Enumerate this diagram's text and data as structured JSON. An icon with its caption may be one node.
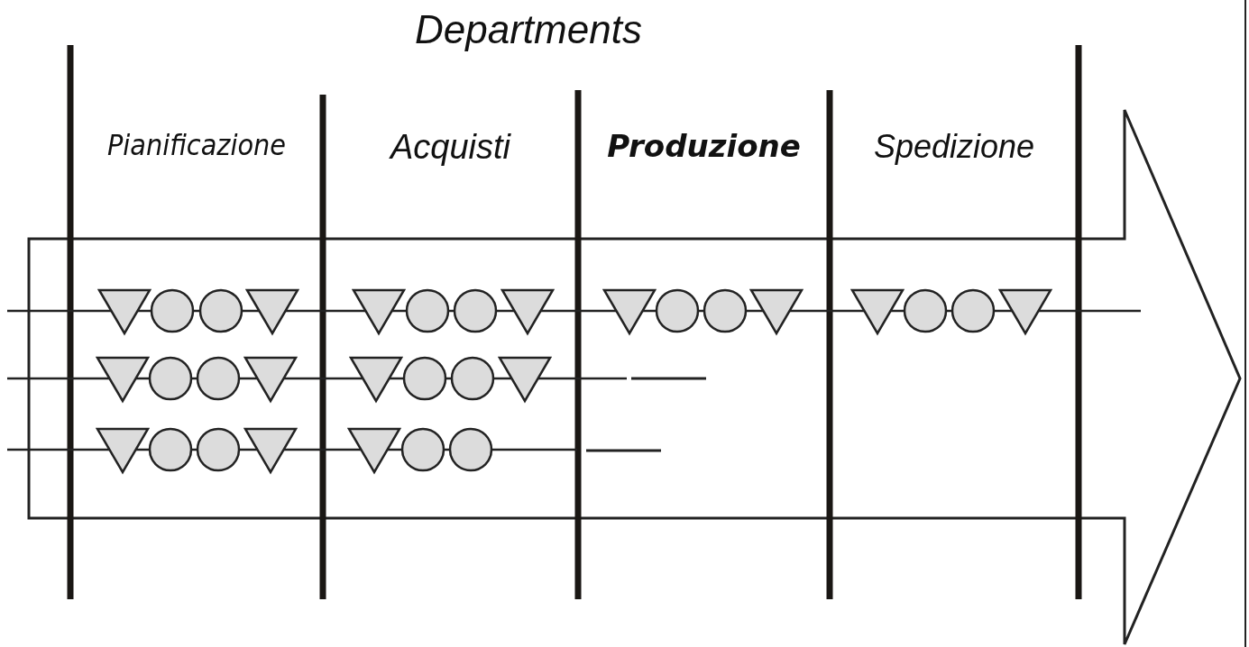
{
  "diagram": {
    "title": "Departments",
    "nodes": [
      {
        "text": [
          "Pianificazione"
        ]
      },
      {
        "text": [
          "Acquisti"
        ]
      },
      {
        "text": [
          "Produzione"
        ]
      },
      {
        "text": [
          "Spedizione"
        ]
      },
      {
        "text": [],
        "shape": "triangle",
        "in": 0
      },
      {
        "text": [],
        "shape": "circle",
        "in": 0
      },
      {
        "text": [],
        "shape": "circle",
        "in": 0
      },
      {
        "text": [],
        "shape": "triangle",
        "in": 0
      },
      {
        "text": [],
        "shape": "triangle",
        "in": 1
      },
      {
        "text": [],
        "shape": "circle",
        "in": 1
      },
      {
        "text": [],
        "shape": "circle",
        "in": 1
      },
      {
        "text": [],
        "shape": "triangle",
        "in": 1
      },
      {
        "text": [],
        "shape": "triangle",
        "in": 2
      },
      {
        "text": [],
        "shape": "circle",
        "in": 2
      },
      {
        "text": [],
        "shape": "circle",
        "in": 2
      },
      {
        "text": [],
        "shape": "triangle",
        "in": 2
      },
      {
        "text": [],
        "shape": "triangle",
        "in": 3
      },
      {
        "text": [],
        "shape": "circle",
        "in": 3
      },
      {
        "text": [],
        "shape": "circle",
        "in": 3
      },
      {
        "text": [],
        "shape": "triangle",
        "in": 3
      },
      {
        "text": [],
        "shape": "triangle",
        "in": 0
      },
      {
        "text": [],
        "shape": "circle",
        "in": 0
      },
      {
        "text": [],
        "shape": "circle",
        "in": 0
      },
      {
        "text": [],
        "shape": "triangle",
        "in": 0
      },
      {
        "text": [],
        "shape": "triangle",
        "in": 1
      },
      {
        "text": [],
        "shape": "circle",
        "in": 1
      },
      {
        "text": [],
        "shape": "circle",
        "in": 1
      },
      {
        "text": [],
        "shape": "triangle",
        "in": 1
      },
      {
        "text": [],
        "shape": "triangle",
        "in": 0
      },
      {
        "text": [],
        "shape": "circle",
        "in": 0
      },
      {
        "text": [],
        "shape": "circle",
        "in": 0
      },
      {
        "text": [],
        "shape": "triangle",
        "in": 0
      },
      {
        "text": [],
        "shape": "triangle",
        "in": 1
      },
      {
        "text": [],
        "shape": "circle",
        "in": 1
      },
      {
        "text": [],
        "shape": "circle",
        "in": 1
      }
    ],
    "edges": [
      {
        "from": null,
        "to": 4,
        "arrow": "none"
      },
      {
        "from": 4,
        "to": 5,
        "arrow": "none"
      },
      {
        "from": 5,
        "to": 6,
        "arrow": "none"
      },
      {
        "from": 6,
        "to": 7,
        "arrow": "none"
      },
      {
        "from": 7,
        "to": 8,
        "arrow": "none"
      },
      {
        "from": 8,
        "to": 9,
        "arrow": "none"
      },
      {
        "from": 9,
        "to": 10,
        "arrow": "none"
      },
      {
        "from": 10,
        "to": 11,
        "arrow": "none"
      },
      {
        "from": 11,
        "to": 12,
        "arrow": "none"
      },
      {
        "from": 12,
        "to": 13,
        "arrow": "none"
      },
      {
        "from": 13,
        "to": 14,
        "arrow": "none"
      },
      {
        "from": 14,
        "to": 15,
        "arrow": "none"
      },
      {
        "from": 15,
        "to": 16,
        "arrow": "none"
      },
      {
        "from": 16,
        "to": 17,
        "arrow": "none"
      },
      {
        "from": 17,
        "to": 18,
        "arrow": "none"
      },
      {
        "from": 18,
        "to": 19,
        "arrow": "none"
      },
      {
        "from": 19,
        "to": null,
        "arrow": "none"
      },
      {
        "from": null,
        "to": 20,
        "arrow": "none"
      },
      {
        "from": 20,
        "to": 21,
        "arrow": "none"
      },
      {
        "from": 21,
        "to": 22,
        "arrow": "none"
      },
      {
        "from": 22,
        "to": 23,
        "arrow": "none"
      },
      {
        "from": 23,
        "to": 24,
        "arrow": "none"
      },
      {
        "from": 24,
        "to": 25,
        "arrow": "none"
      },
      {
        "from": 25,
        "to": 26,
        "arrow": "none"
      },
      {
        "from": 26,
        "to": 27,
        "arrow": "none"
      },
      {
        "from": 27,
        "to": null,
        "arrow": "none"
      },
      {
        "from": null,
        "to": 28,
        "arrow": "none"
      },
      {
        "from": 28,
        "to": 29,
        "arrow": "none"
      },
      {
        "from": 29,
        "to": 30,
        "arrow": "none"
      },
      {
        "from": 30,
        "to": 31,
        "arrow": "none"
      },
      {
        "from": 31,
        "to": 32,
        "arrow": "none"
      },
      {
        "from": 32,
        "to": 33,
        "arrow": "none"
      },
      {
        "from": 33,
        "to": 34,
        "arrow": "none"
      },
      {
        "from": 34,
        "to": null,
        "arrow": "none"
      }
    ]
  }
}
